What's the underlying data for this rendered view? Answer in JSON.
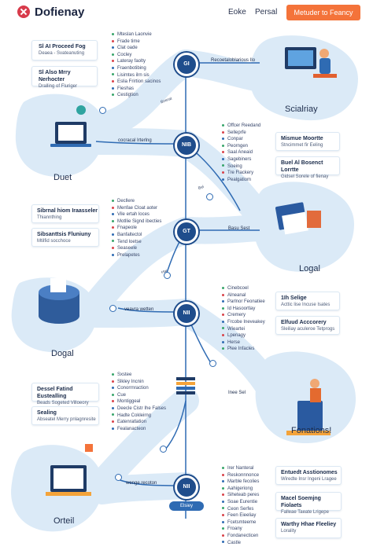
{
  "header": {
    "logo_text": "Dofienay",
    "nav": [
      "Eoke",
      "Persal"
    ],
    "cta": "Metuder to Feancy"
  },
  "sections": {
    "top_right_label": "Scialriay",
    "left1_label": "Duet",
    "right2_label": "Logal",
    "left3_label": "Dogal",
    "right4_label": "Fonations!",
    "left5_label": "Orteil"
  },
  "nodes": [
    "GI",
    "NIB",
    "GT",
    "NII",
    "",
    "NII"
  ],
  "connectors": {
    "c1": "Recoetaloblarious Ilo",
    "c2": "cocracal Irterlng",
    "c3": "Basu Sest",
    "c4": "veavra wetten",
    "c5": "Inee Sel",
    "c6": "wenge recoton",
    "bottom_pill": "Elsiey"
  },
  "tiny_labels": [
    "Bnerat",
    "Bel",
    "Hai"
  ],
  "cards": [
    {
      "title": "Sl AI Proceed Fog",
      "sub": "Deaea - Svateanuting"
    },
    {
      "title": "Sl Also Mrry Nerhocter",
      "sub": "Dralling of Fluriger"
    },
    {
      "title": "Mismue Moortte",
      "sub": "Stncimmet fir Eeling"
    },
    {
      "title": "Buel Al Bosenct Lorrtte",
      "sub": "Gidsel Sorele of fienay"
    },
    {
      "title": "Sibrnal hiom Iraasseler",
      "sub": "Thiannthing"
    },
    {
      "title": "Sibsanttsis Fluniuny",
      "sub": "Mtilfid socchoce"
    },
    {
      "title": "1Ih Selige",
      "sub": "Acttic lise Incuse Isates"
    },
    {
      "title": "Elfuud Acccorery",
      "sub": "Sleiliay aculeroe Tetprogs"
    },
    {
      "title": "Dessel Fatind Eustealling",
      "sub": "Beads Sogeted Villoeory"
    },
    {
      "title": "Sealing",
      "sub": "Abseatel Merry pnlagnresite"
    },
    {
      "title": "Entuedt Asstionomes",
      "sub": "Wiredte Insr Ingeni Lragee"
    },
    {
      "title": "Macel Soemjng Fiolaets",
      "sub": "Falleae Taeate Lrigepe"
    },
    {
      "title": "Warthy Hhae Fleeliey",
      "sub": "Lorality"
    }
  ],
  "lists": [
    [
      "Mteslan Laonvie",
      "Frade time",
      "Clat oade",
      "Cocley",
      "Lateray faolty",
      "Fraenbotibing",
      "Lisimtes ilrn sis",
      "Eslia Frirtion sacinos",
      "Fieshas",
      "Cestigtion"
    ],
    [
      "Offcer Reedand",
      "Selleprfe",
      "Conpar",
      "Peorngen",
      "Saal Aneaid",
      "Sagebiners",
      "Soeing",
      "Tre Flackery",
      "Pealgatiom"
    ],
    [
      "Decllere",
      "Menfae Cloat aoter",
      "Vile ertah loces",
      "Motllie Signd ibecties",
      "Fnapeole",
      "Banfaltectol",
      "Tend loetse",
      "Seaseele",
      "Prelapetes"
    ],
    [
      "Cinebcoel",
      "Alneanal",
      "Parlnor Feonatiee",
      "Id Hasoortlay",
      "Cremery",
      "Frcobe Ineveakey",
      "Wieartei",
      "Lpenagy",
      "Herse",
      "Plee Infacles"
    ],
    [
      "Sxstee",
      "Slkley Incnin",
      "Conorrnraction",
      "Cue",
      "Montiggeal",
      "Deecle Cistr Ihe Falses",
      "Hadte Cokleirng",
      "Eatenratlation",
      "Fealanacteon"
    ],
    [
      "Irer Nanteral",
      "Reskonnnonce",
      "Marble fecolies",
      "Aahigeriong",
      "Siheteab peres",
      "Soae Eurentie",
      "Ceon Serfes",
      "Feen Eieeliay",
      "Fcetsmteeme",
      "Froany",
      "Fondanecticen",
      "Castle"
    ]
  ],
  "colors": {
    "accent": "#1f4d8c",
    "cta": "#f4733a",
    "blob": "#d6e8f6",
    "brand_mark": "#d83b4b",
    "bullet_red": "#d8434a",
    "bullet_green": "#39a56b",
    "bullet_blue": "#2f6bb3"
  }
}
